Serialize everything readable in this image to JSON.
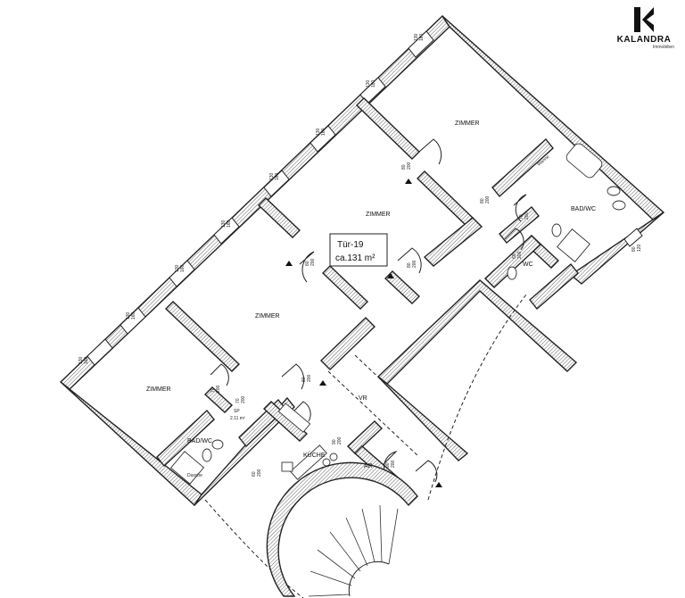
{
  "logo": {
    "brand": "KALANDRA",
    "subtitle": "Immobilien"
  },
  "unit": {
    "door": "Tür-19",
    "area": "ca.131 m²"
  },
  "rooms": {
    "zimmer_top": "ZIMMER",
    "zimmer_center": "ZIMMER",
    "zimmer_left_large": "ZIMMER",
    "zimmer_left": "ZIMMER",
    "bad_wc_right": "BAD/WC",
    "wc": "WC",
    "vr": "VR",
    "kueche": "KÜCHE",
    "ar": "AR",
    "bad_wc_left": "BAD/WC",
    "sp": "SP",
    "sp_area": "2.11 m²"
  },
  "fixtures": {
    "bathtub": "Wanne",
    "shower": "Dusche"
  },
  "doors": [
    {
      "w": "80",
      "h": "200"
    },
    {
      "w": "80",
      "h": "200"
    },
    {
      "w": "80",
      "h": "200"
    },
    {
      "w": "80",
      "h": "200"
    },
    {
      "w": "80",
      "h": "200"
    },
    {
      "w": "70",
      "h": "200"
    },
    {
      "w": "70",
      "h": "200"
    },
    {
      "w": "70",
      "h": "200"
    },
    {
      "w": "90",
      "h": "200"
    },
    {
      "w": "90",
      "h": "200"
    },
    {
      "w": "60",
      "h": "200"
    },
    {
      "w": "60",
      "h": "200"
    }
  ],
  "windows": [
    {
      "w": "130",
      "h": "160"
    },
    {
      "w": "130",
      "h": "160"
    },
    {
      "w": "130",
      "h": "160"
    },
    {
      "w": "130",
      "h": "160"
    },
    {
      "w": "130",
      "h": "160"
    },
    {
      "w": "130",
      "h": "160"
    },
    {
      "w": "130",
      "h": "160"
    },
    {
      "w": "130",
      "h": "160"
    },
    {
      "w": "80",
      "h": "120"
    }
  ]
}
